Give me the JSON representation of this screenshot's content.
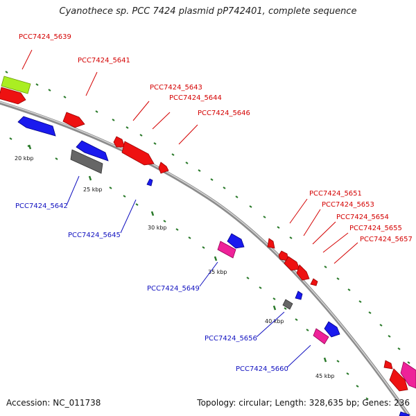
{
  "title": "Cyanothece sp. PCC 7424 plasmid pP742401, complete sequence",
  "accession": "Accession: NC_011738",
  "summary": "Topology: circular; Length: 328,635 bp; Genes: 236",
  "colors": {
    "label_red": "#d40000",
    "label_blue": "#1010c0",
    "backbone": "#9a9a9a",
    "tick_green": "#2a7a2a",
    "gene_red": "#ee1111",
    "gene_blue": "#1a1aee",
    "gene_pink": "#ee2299",
    "gene_gray": "#666666",
    "gene_lime": "#aaee22"
  },
  "scale_ticks": [
    "20 kbp",
    "25 kbp",
    "30 kbp",
    "35 kbp",
    "40 kbp",
    "45 kbp"
  ],
  "gene_labels_forward": [
    "PCC7424_5639",
    "PCC7424_5641",
    "PCC7424_5643",
    "PCC7424_5644",
    "PCC7424_5646",
    "PCC7424_5651",
    "PCC7424_5653",
    "PCC7424_5654",
    "PCC7424_5655",
    "PCC7424_5657"
  ],
  "gene_labels_reverse": [
    "PCC7424_5642",
    "PCC7424_5645",
    "PCC7424_5649",
    "PCC7424_5656",
    "PCC7424_5660"
  ]
}
